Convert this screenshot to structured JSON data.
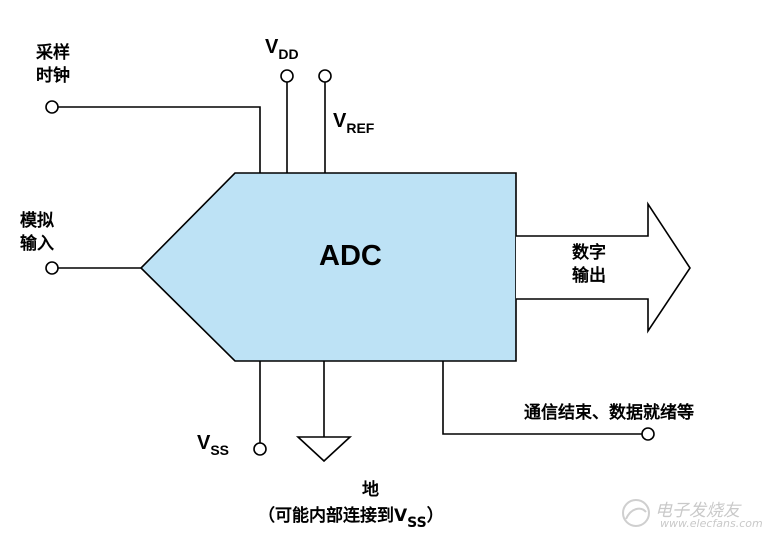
{
  "diagram": {
    "block_label": "ADC",
    "inputs": {
      "sampling_clock": [
        "采样",
        "时钟"
      ],
      "analog_input": [
        "模拟",
        "输入"
      ]
    },
    "supplies": {
      "vdd": {
        "main": "V",
        "sub": "DD"
      },
      "vref": {
        "main": "V",
        "sub": "REF"
      },
      "vss": {
        "main": "V",
        "sub": "SS"
      }
    },
    "digital_output": [
      "数字",
      "输出"
    ],
    "status_output": "通信结束、数据就绪等",
    "ground": {
      "label": "地",
      "note_prefix": "（可能内部连接到V",
      "note_sub": "SS",
      "note_suffix": "）"
    }
  },
  "watermark": {
    "cn": "电子发烧友",
    "url": "www.elecfans.com"
  },
  "colors": {
    "block_fill": "#bde2f5",
    "line": "#000000",
    "arrow_fill": "#ffffff",
    "watermark": "#c9c9c9"
  }
}
